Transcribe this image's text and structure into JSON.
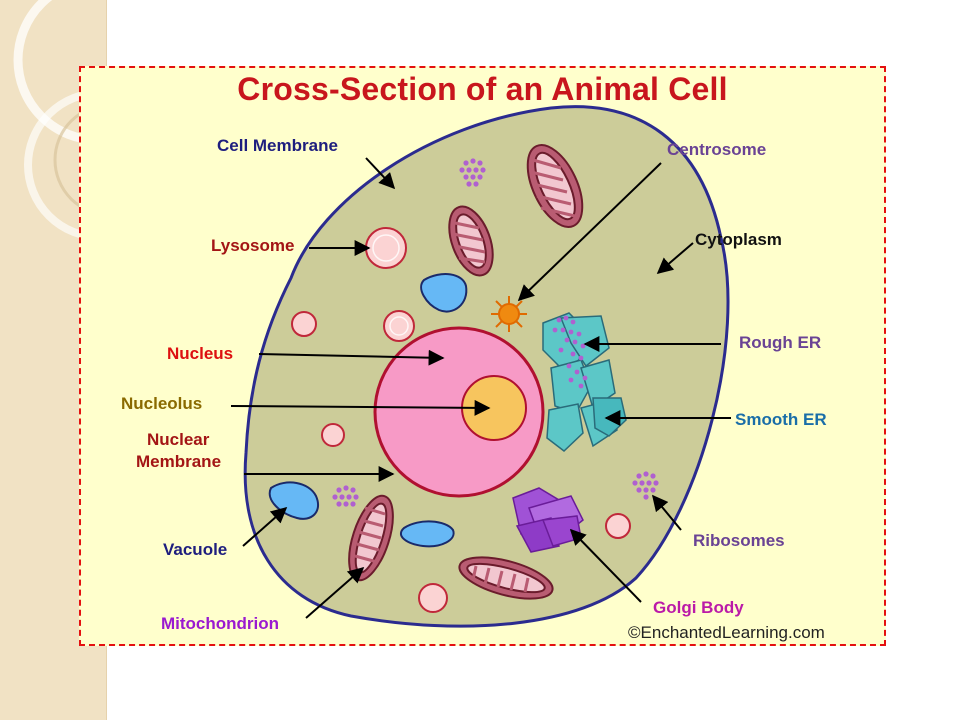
{
  "diagram": {
    "title": "Cross-Section of an Animal Cell",
    "copyright": "©EnchantedLearning.com",
    "labels": {
      "cell_membrane": "Cell Membrane",
      "centrosome": "Centrosome",
      "lysosome": "Lysosome",
      "cytoplasm": "Cytoplasm",
      "nucleus": "Nucleus",
      "rough_er": "Rough ER",
      "nucleolus": "Nucleolus",
      "smooth_er": "Smooth ER",
      "nuclear_membrane_line1": "Nuclear",
      "nuclear_membrane_line2": "Membrane",
      "vacuole": "Vacuole",
      "ribosomes": "Ribosomes",
      "golgi_body": "Golgi Body",
      "mitochondrion": "Mitochondrion"
    },
    "colors": {
      "frame_border": "#e41010",
      "frame_background": "#ffffcc",
      "cytoplasm": "#cccc99",
      "cell_membrane": "#2b2b8f",
      "nucleus": "#f79ac6",
      "nuclear_membrane": "#b01030",
      "nucleolus": "#f7c55e",
      "lysosome": "#fbd3d3",
      "vacuole": "#66b8f5",
      "mitochondrion": "#b95c72",
      "centrosome": "#f08a10",
      "er": "#5cc7c7",
      "golgi": "#a052d6",
      "ribosome": "#b060d0"
    }
  }
}
